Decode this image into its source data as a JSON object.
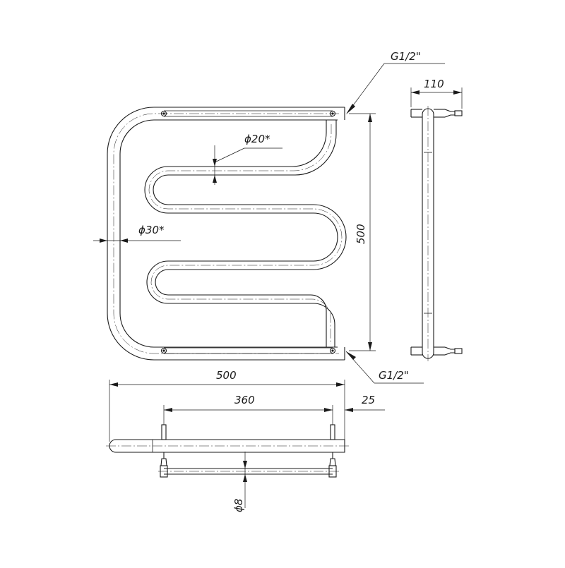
{
  "labels": {
    "thread_top": "G1/2\"",
    "thread_bottom": "G1/2\"",
    "diameter_coil": "ϕ20*",
    "diameter_frame": "ϕ30*",
    "height": "500",
    "width": "500",
    "center_distance": "360",
    "offset": "25",
    "depth": "110",
    "rod_diameter": "ϕ8"
  },
  "colors": {
    "line": "#1a1a1a",
    "background": "#ffffff"
  }
}
